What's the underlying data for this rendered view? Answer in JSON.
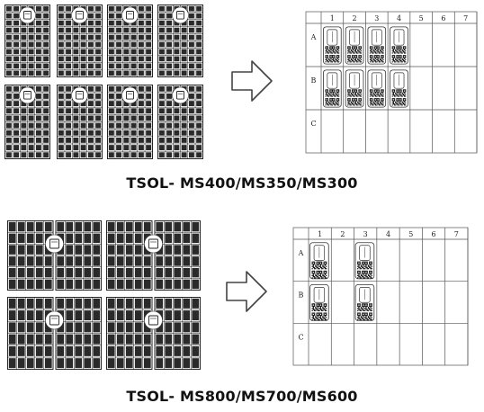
{
  "sections": [
    {
      "caption": "TSOL- MS400/MS350/MS300",
      "grid": {
        "columns": [
          "1",
          "2",
          "3",
          "4",
          "5",
          "6",
          "7"
        ],
        "rows": [
          "A",
          "B",
          "C"
        ],
        "labels": [
          {
            "row": "A",
            "col": "1"
          },
          {
            "row": "A",
            "col": "2"
          },
          {
            "row": "A",
            "col": "3"
          },
          {
            "row": "A",
            "col": "4"
          },
          {
            "row": "B",
            "col": "1"
          },
          {
            "row": "B",
            "col": "2"
          },
          {
            "row": "B",
            "col": "3"
          },
          {
            "row": "B",
            "col": "4"
          }
        ]
      }
    },
    {
      "caption": "TSOL- MS800/MS700/MS600",
      "grid": {
        "columns": [
          "1",
          "2",
          "3",
          "4",
          "5",
          "6",
          "7"
        ],
        "rows": [
          "A",
          "B",
          "C"
        ],
        "labels": [
          {
            "row": "A",
            "col": "1"
          },
          {
            "row": "A",
            "col": "3"
          },
          {
            "row": "B",
            "col": "1"
          },
          {
            "row": "B",
            "col": "3"
          }
        ]
      }
    }
  ],
  "icons": {
    "arrow": "right-arrow-icon",
    "label": "serial-number-label-icon",
    "qr": "qr-code-icon",
    "inverter": "microinverter-icon"
  }
}
